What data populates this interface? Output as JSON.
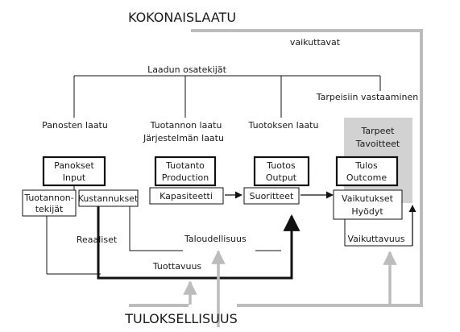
{
  "title_top": "KOKONAISLAATU",
  "title_bottom": "TULOKSELLISUUS",
  "labels": {
    "vaikuttavat": "vaikuttavat",
    "laadun_osatekijat": "Laadun osatekijät",
    "tarpeisiin": "Tarpeisiin vastaaminen",
    "panosten_laatu": "Panosten laatu",
    "tuotannon_laatu": "Tuotannon laatu",
    "jarjestelman_laatu": "Järjestelmän laatu",
    "tuotoksen_laatu": "Tuotoksen laatu",
    "reaaliset": "Reaaliset",
    "taloudellisuus": "Taloudellisuus",
    "tuottavuus": "Tuottavuus",
    "vaikuttavuus": "Vaikuttavuus"
  },
  "boxes": {
    "panokset": [
      "Panokset",
      "Input"
    ],
    "tuotanto": [
      "Tuotanto",
      "Production"
    ],
    "tuotos": [
      "Tuotos",
      "Output"
    ],
    "tulos": [
      "Tulos",
      "Outcome"
    ],
    "tarpeet": [
      "Tarpeet",
      "Tavoitteet"
    ],
    "tuotannontekijat": [
      "Tuotannon-",
      "tekijät"
    ],
    "kustannukset": [
      "Kustannukset"
    ],
    "kapasiteetti": [
      "Kapasiteetti"
    ],
    "suoritteet": [
      "Suoritteet"
    ],
    "vaikutukset": [
      "Vaikutukset",
      "Hyödyt"
    ]
  },
  "colors": {
    "line": "#111111",
    "gray_loop": "#bcbcbc",
    "gray_box": "#d2d2d2",
    "text": "#1a1a1a"
  }
}
